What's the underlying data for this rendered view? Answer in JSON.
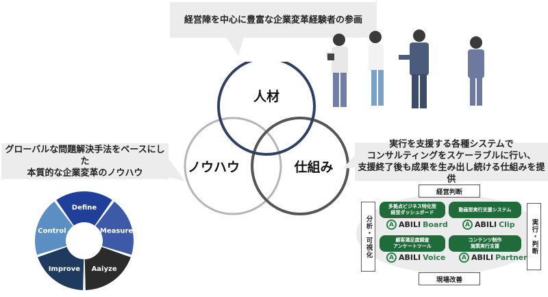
{
  "top_bubble": {
    "text": "経営陣を中心に豊富な企業変革経験者の参画"
  },
  "left_bubble": {
    "line1": "グローバルな問題解決手法をベースにした",
    "line2": "本質的な企業変革のノウハウ"
  },
  "right_bubble": {
    "line1": "実行を支援する各種システムで",
    "line2": "コンサルティングをスケーラブルに行い、",
    "line3": "支援終了後も成果を生み出し続ける仕組みを提供"
  },
  "venn": {
    "top_label": "人材",
    "left_label": "ノウハウ",
    "right_label": "仕組み",
    "colors": {
      "top": "#2e3f63",
      "left": "#b5b5b5",
      "right": "#555555"
    }
  },
  "cycle": {
    "segments": [
      {
        "label": "Define",
        "color": "#1f3f9a"
      },
      {
        "label": "Measure",
        "color": "#3d5aa8"
      },
      {
        "label": "Aaiyze",
        "color": "#2b2b2b"
      },
      {
        "label": "Improve",
        "color": "#1e3a5f"
      },
      {
        "label": "Control",
        "color": "#5b8fc4"
      }
    ]
  },
  "systems": {
    "top_label": "経営判断",
    "bottom_label": "現場改善",
    "left_label": "分析・可視化",
    "right_label": "実行・判断",
    "brand": "ABILI",
    "items": [
      {
        "tag": "多拠点ビジネス特化型\n経営ダッシュボード",
        "product": "Board"
      },
      {
        "tag": "動画型実行支援システム",
        "product": "Clip"
      },
      {
        "tag": "顧客満足度調査\nアンケートツール",
        "product": "Voice"
      },
      {
        "tag": "コンテンツ制作\n施策実行支援",
        "product": "Partner"
      }
    ]
  }
}
